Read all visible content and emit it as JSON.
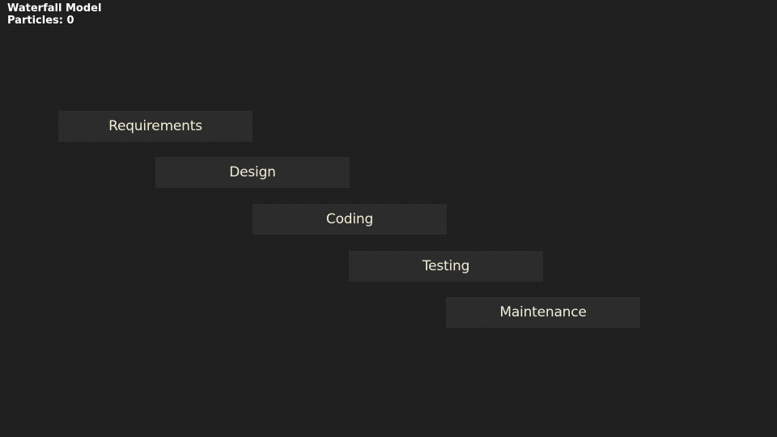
{
  "hud": {
    "title": "Waterfall Model",
    "particles_label": "Particles:",
    "particles_count": "0"
  },
  "diagram": {
    "stages": [
      {
        "label": "Requirements"
      },
      {
        "label": "Design"
      },
      {
        "label": "Coding"
      },
      {
        "label": "Testing"
      },
      {
        "label": "Maintenance"
      }
    ]
  },
  "colors": {
    "background": "#1f1f1f",
    "stage_fill": "#2b2b2b",
    "stage_text": "#f0eed8",
    "hud_text": "#ffffff"
  }
}
